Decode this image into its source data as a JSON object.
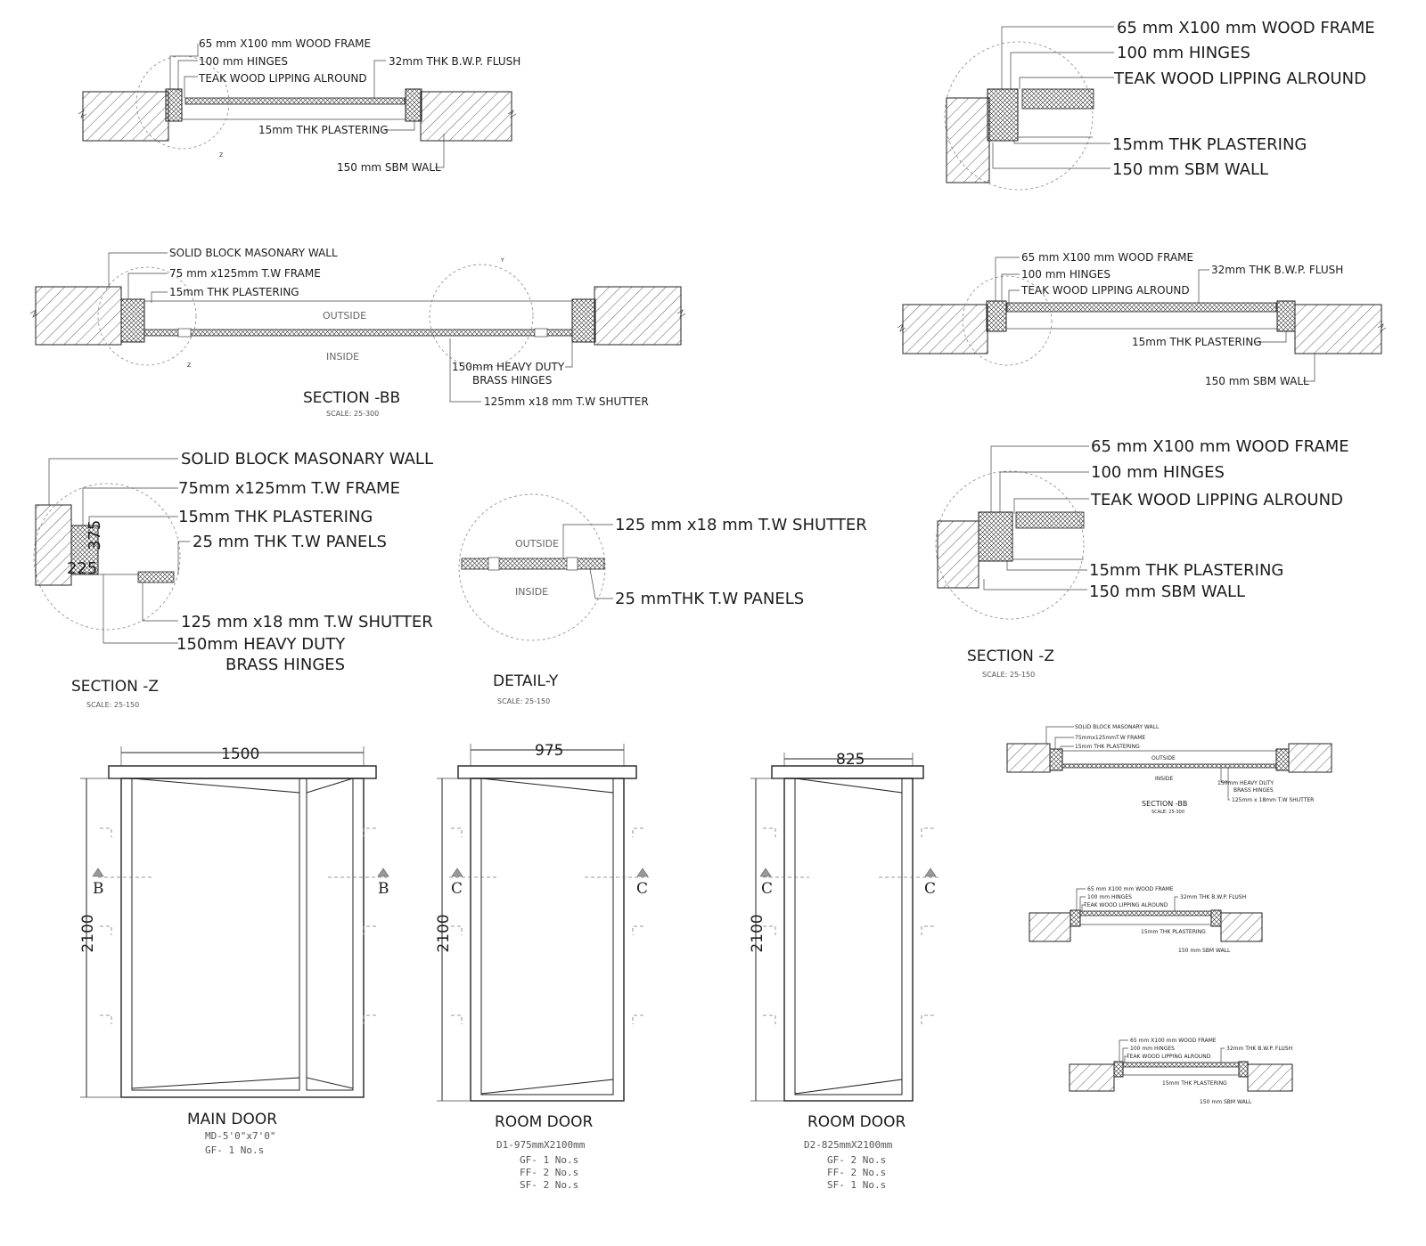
{
  "labels": {
    "wood_frame_65x100": "65 mm X100 mm WOOD FRAME",
    "wood_frame_small": "65 mm X100 mm  WOOD FRAME",
    "hinges_100": "100 mm HINGES",
    "teak_lipping": "TEAK WOOD LIPPING ALROUND",
    "bwp_flush_32": "32mm THK B.W.P. FLUSH",
    "plastering_15": "15mm THK  PLASTERING",
    "sbm_wall_150": "150 mm SBM WALL",
    "solid_block_wall": "SOLID BLOCK MASONARY WALL",
    "tw_frame_75x125_a": "75 mm x125mm T.W FRAME",
    "tw_frame_75x125_b": "75mm x125mm T.W FRAME",
    "tw_frame_small": "75mmx125mmT.W FRAME",
    "outside": "OUTSIDE",
    "inside": "INSIDE",
    "brass_hinges_line1": "150mm HEAVY DUTY",
    "brass_hinges_line2": "BRASS HINGES",
    "tw_shutter_125x18_a": "125mm x18 mm T.W SHUTTER",
    "tw_shutter_125x18_b": "125 mm x18 mm T.W SHUTTER",
    "tw_shutter_small": "125mm x 18mm T.W SHUTTER",
    "tw_panels_25": "25 mm THK T.W PANELS",
    "tw_panels_25_b": "25 mmTHK T.W PANELS",
    "dim_225": "225",
    "dim_375": "375"
  },
  "sections": {
    "section_bb": {
      "title": "SECTION -BB",
      "scale": "SCALE: 25-300"
    },
    "section_z_left": {
      "title": "SECTION -Z",
      "scale": "SCALE: 25-150"
    },
    "detail_y": {
      "title": "DETAIL-Y",
      "scale": "SCALE: 25-150"
    },
    "section_z_right": {
      "title": "SECTION -Z",
      "scale": "SCALE: 25-150"
    }
  },
  "section_marks": {
    "b": "B",
    "c": "C",
    "z": "Z",
    "y": "Y"
  },
  "doors": [
    {
      "width": "1500",
      "height": "2100",
      "title": "MAIN DOOR",
      "code": "MD-5'0\"x7'0\"",
      "counts": [
        "GF- 1 No.s"
      ]
    },
    {
      "width": "975",
      "height": "2100",
      "title": "ROOM DOOR",
      "code": "D1-975mmX2100mm",
      "counts": [
        "GF- 1 No.s",
        "FF- 2 No.s",
        "SF- 2 No.s"
      ]
    },
    {
      "width": "825",
      "height": "2100",
      "title": "ROOM DOOR",
      "code": "D2-825mmX2100mm",
      "counts": [
        "GF- 2 No.s",
        "FF- 2 No.s",
        "SF- 1 No.s"
      ]
    }
  ]
}
